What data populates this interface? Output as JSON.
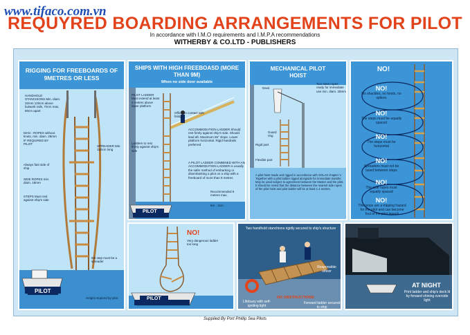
{
  "header": {
    "watermark": "www.tifaco.com.vn",
    "title": "REQUYRED BOARDING ARRANGEMENTS FOR PILOT",
    "subtitle": "In accordance with I.M.O requirements and I.M.P.A recommendations",
    "publisher": "WITHERBY & CO.LTD - PUBLISHERS"
  },
  "panels": {
    "rigging": {
      "title": "RIGGING FOR FREEBOARDS OF 9METRES OR LESS",
      "handhold": "HANDHOLD STANCHIONS Min. diam. 32mm 120cm above bulwark rails, 70cm max, 80cm apart",
      "man_ropes": "MAN - ROPES without knots, min. diam. 28mm IF REQUIRED BY PILOT",
      "fast_side": "Always fast side of ship",
      "side_ropes": "SIDE ROPES min. diam. 18mm",
      "steps": "STEPS Must rest against ship's side",
      "spreader": "SPREADER Min. 180cm long",
      "fifth_step": "5th step must be a spreader",
      "height_note": "Height required by pilot",
      "pilot_label": "PILOT"
    },
    "high_freeboard": {
      "title": "SHIPS WITH HIGH FREEBOASD (MORE THAN 9M)",
      "subtitle": "When no side door available",
      "pilot_ladder": "PILOT LADDER Must extend at least 2 metres above lower platform",
      "officer": "Officer in contact with bridge",
      "fixed_ladders": "Ladders to rest firmly against ship's side",
      "accommodation": "ACCOMMODATION LADDER Should rest firmly against ship's side. Should lead aft. Maximum 55° slope. Lower platform horizontal. Rigid handrails preferred",
      "combined": "A PILOT LADDER COMBINED WITH AN ACCOMMODATION LADDER is usually the safer method of embarking or disembarking a pilot on a ship with a freeboard of more than 9 metres",
      "recommended": "Recommended 9 metres max.",
      "min5": "5m - 3cm"
    },
    "hoist": {
      "title": "MECHANICAL PILOT HOIST",
      "davit": "Davit",
      "steel_ropes": "Two steel ropes ready for immediate use min. diam. 28mm",
      "guard_ring": "Guard ring",
      "rigid_part": "Rigid part",
      "flexible_part": "Flexible part",
      "note": "A pilot hoist made and rigged in accordance with SOLAS chapter V. Together with a pilot ladder rigged alongside for immediate transfer. May be used subject to agreement between the Master and the pilot. It should be noted that the distance between the nearest side ropes of the pilot hoist and pilot ladder will be at least 1.4 metres."
    },
    "no_right": {
      "heading": "NO!",
      "items": [
        {
          "no": "NO!",
          "text": "No shackles, no knots, no splices"
        },
        {
          "no": "NO!",
          "text": "The steps must be equally spaced"
        },
        {
          "no": "NO!",
          "text": "The steps must be horizontal"
        },
        {
          "no": "NO!",
          "text": "Spreaders must not be lased between steps"
        },
        {
          "no": "NO!",
          "text": "The side ropes must equally spaced"
        },
        {
          "no": "NO!",
          "text": "The loops are a tripping hazard for the pilot and can become foul of the pilot launch"
        }
      ]
    },
    "no_bottom": {
      "no": "NO!",
      "text": "Very dangerous ladder too long",
      "pilot_label": "PILOT"
    },
    "boarding": {
      "stanchions": "Two handhold stanchions rigidly secured to ship's structure",
      "responsible": "Responsible officer",
      "lifebuoy": "Lifebuoy with self-igniting light",
      "no_obstructions": "NO OBSTRUCTIONS",
      "heaving_line": "Forward ladder secured to ship"
    },
    "night": {
      "title": "AT NIGHT",
      "text": "Print ladder and ship's deck lit by forward shining overside light"
    }
  },
  "footer": {
    "supplied": "Supplied By Port Phillip Sea Pilots"
  },
  "colors": {
    "title_red": "#e2431b",
    "panel_blue": "#bfe3f7",
    "header_blue": "#3b95d6",
    "navy": "#0b2860"
  }
}
